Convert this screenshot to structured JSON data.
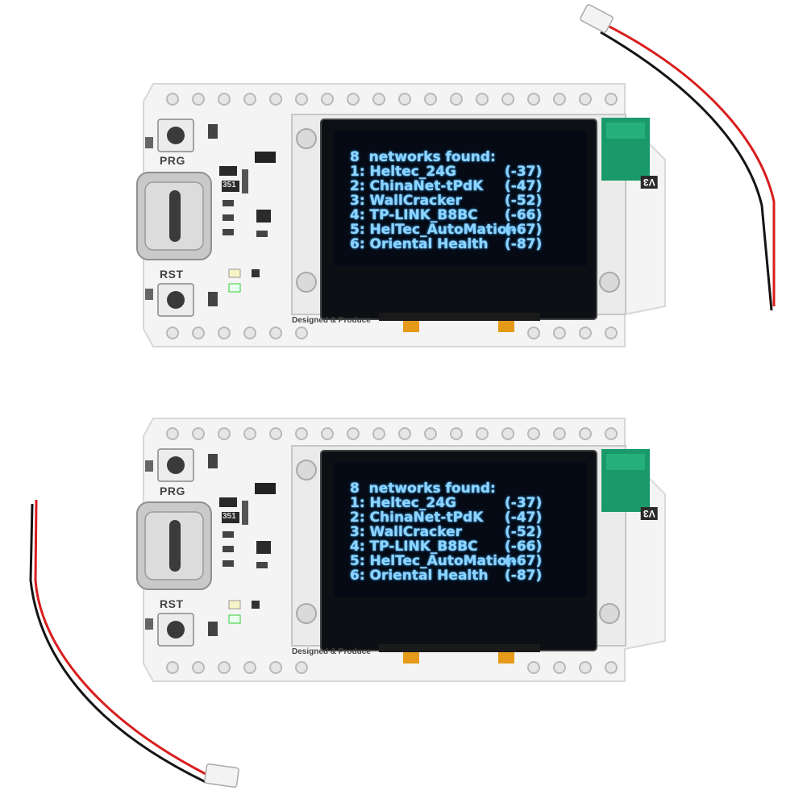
{
  "boards": [
    {
      "oled": {
        "title": "8  networks found:",
        "rows": [
          {
            "label": "1: Heltec_24G",
            "value": "(-37)"
          },
          {
            "label": "2: ChinaNet-tPdK",
            "value": "(-47)"
          },
          {
            "label": "3: WallCracker",
            "value": "(-52)"
          },
          {
            "label": "4: TP-LINK_B8BC",
            "value": "(-66)"
          },
          {
            "label": "5: HelTec_AutoMation",
            "value": "(-67)"
          },
          {
            "label": "6: Oriental Health",
            "value": "(-87)"
          }
        ]
      },
      "silkscreen": {
        "prg": "PRG",
        "rst": "RST",
        "designed": "Designed & Produce",
        "version": "V3",
        "chip": "351"
      }
    },
    {
      "oled": {
        "title": "8  networks found:",
        "rows": [
          {
            "label": "1: Heltec_24G",
            "value": "(-37)"
          },
          {
            "label": "2: ChinaNet-tPdK",
            "value": "(-47)"
          },
          {
            "label": "3: WallCracker",
            "value": "(-52)"
          },
          {
            "label": "4: TP-LINK_B8BC",
            "value": "(-66)"
          },
          {
            "label": "5: HelTec_AutoMation",
            "value": "(-67)"
          },
          {
            "label": "6: Oriental Health",
            "value": "(-87)"
          }
        ]
      },
      "silkscreen": {
        "prg": "PRG",
        "rst": "RST",
        "designed": "Designed & Produce",
        "version": "V3",
        "chip": "351"
      }
    }
  ],
  "colors": {
    "pcb": "#f4f4f4",
    "oled_bg": "#050a14",
    "oled_text": "#8fd4ff",
    "wire_red": "#d81e1e",
    "wire_black": "#151515",
    "antenna_pad": "#1a9a6a"
  }
}
